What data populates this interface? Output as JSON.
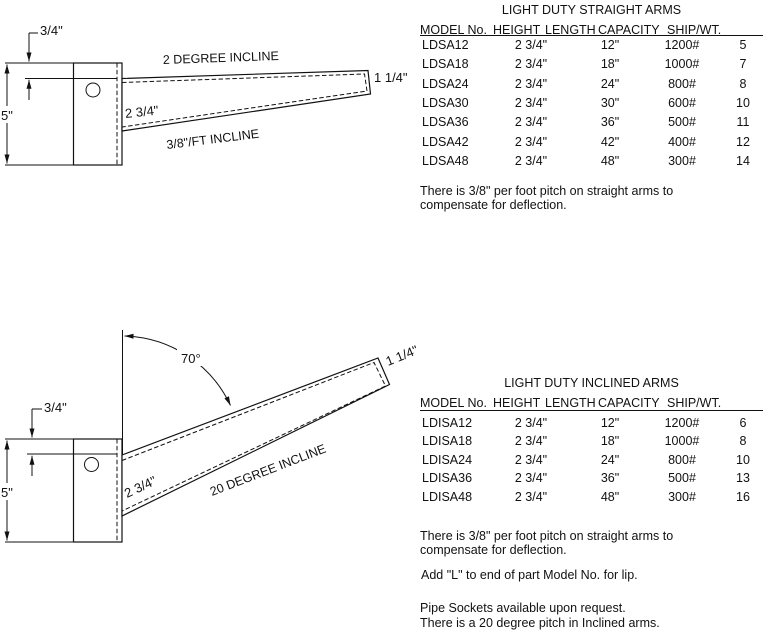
{
  "straight_section": {
    "title": "LIGHT DUTY STRAIGHT ARMS",
    "headers": {
      "model": "MODEL No.",
      "height": "HEIGHT",
      "length": "LENGTH",
      "capacity": "CAPACITY",
      "ship": "SHIP/WT."
    },
    "rows": [
      {
        "model": "LDSA12",
        "height": "2 3/4\"",
        "length": "12\"",
        "capacity": "1200#",
        "ship": "5"
      },
      {
        "model": "LDSA18",
        "height": "2 3/4\"",
        "length": "18\"",
        "capacity": "1000#",
        "ship": "7"
      },
      {
        "model": "LDSA24",
        "height": "2 3/4\"",
        "length": "24\"",
        "capacity": "800#",
        "ship": "8"
      },
      {
        "model": "LDSA30",
        "height": "2 3/4\"",
        "length": "30\"",
        "capacity": "600#",
        "ship": "10"
      },
      {
        "model": "LDSA36",
        "height": "2 3/4\"",
        "length": "36\"",
        "capacity": "500#",
        "ship": "11"
      },
      {
        "model": "LDSA42",
        "height": "2 3/4\"",
        "length": "42\"",
        "capacity": "400#",
        "ship": "12"
      },
      {
        "model": "LDSA48",
        "height": "2 3/4\"",
        "length": "48\"",
        "capacity": "300#",
        "ship": "14"
      }
    ],
    "note": "There is 3/8\" per foot pitch on straight arms to compensate for deflection."
  },
  "inclined_section": {
    "title": "LIGHT DUTY INCLINED ARMS",
    "headers": {
      "model": "MODEL No.",
      "height": "HEIGHT",
      "length": "LENGTH",
      "capacity": "CAPACITY",
      "ship": "SHIP/WT."
    },
    "rows": [
      {
        "model": "LDISA12",
        "height": "2 3/4\"",
        "length": "12\"",
        "capacity": "1200#",
        "ship": "6"
      },
      {
        "model": "LDISA18",
        "height": "2 3/4\"",
        "length": "18\"",
        "capacity": "1000#",
        "ship": "8"
      },
      {
        "model": "LDISA24",
        "height": "2 3/4\"",
        "length": "24\"",
        "capacity": "800#",
        "ship": "10"
      },
      {
        "model": "LDISA36",
        "height": "2 3/4\"",
        "length": "36\"",
        "capacity": "500#",
        "ship": "13"
      },
      {
        "model": "LDISA48",
        "height": "2 3/4\"",
        "length": "48\"",
        "capacity": "300#",
        "ship": "16"
      }
    ],
    "note": "There is 3/8\" per foot pitch on straight arms to compensate for deflection.",
    "note_lip": "Add \"L\" to end of part Model No. for lip.",
    "note_pipe": "Pipe Sockets available upon request.",
    "note_pitch": "There is a 20 degree pitch in Inclined arms."
  },
  "straight_diagram": {
    "labels": {
      "offset_top": "3/4\"",
      "upright_height": "5\"",
      "incline_top": "2 DEGREE INCLINE",
      "base_height": "2 3/4\"",
      "incline_bottom": "3/8\"/FT INCLINE",
      "tip_height": "1 1/4\""
    }
  },
  "inclined_diagram": {
    "labels": {
      "offset_top": "3/4\"",
      "upright_height": "5\"",
      "angle": "70°",
      "base_height": "2 3/4\"",
      "incline": "20 DEGREE INCLINE",
      "tip_height": "1 1/4\""
    }
  },
  "colors": {
    "line": "#111111",
    "background": "#ffffff"
  }
}
